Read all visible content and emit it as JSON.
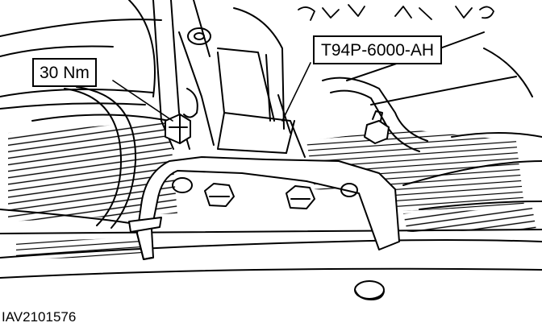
{
  "labels": {
    "torque": "30 Nm",
    "tool_part_number": "T94P-6000-AH",
    "figure_id": "IAV2101576"
  },
  "colors": {
    "ink": "#000000",
    "paper": "#ffffff"
  }
}
